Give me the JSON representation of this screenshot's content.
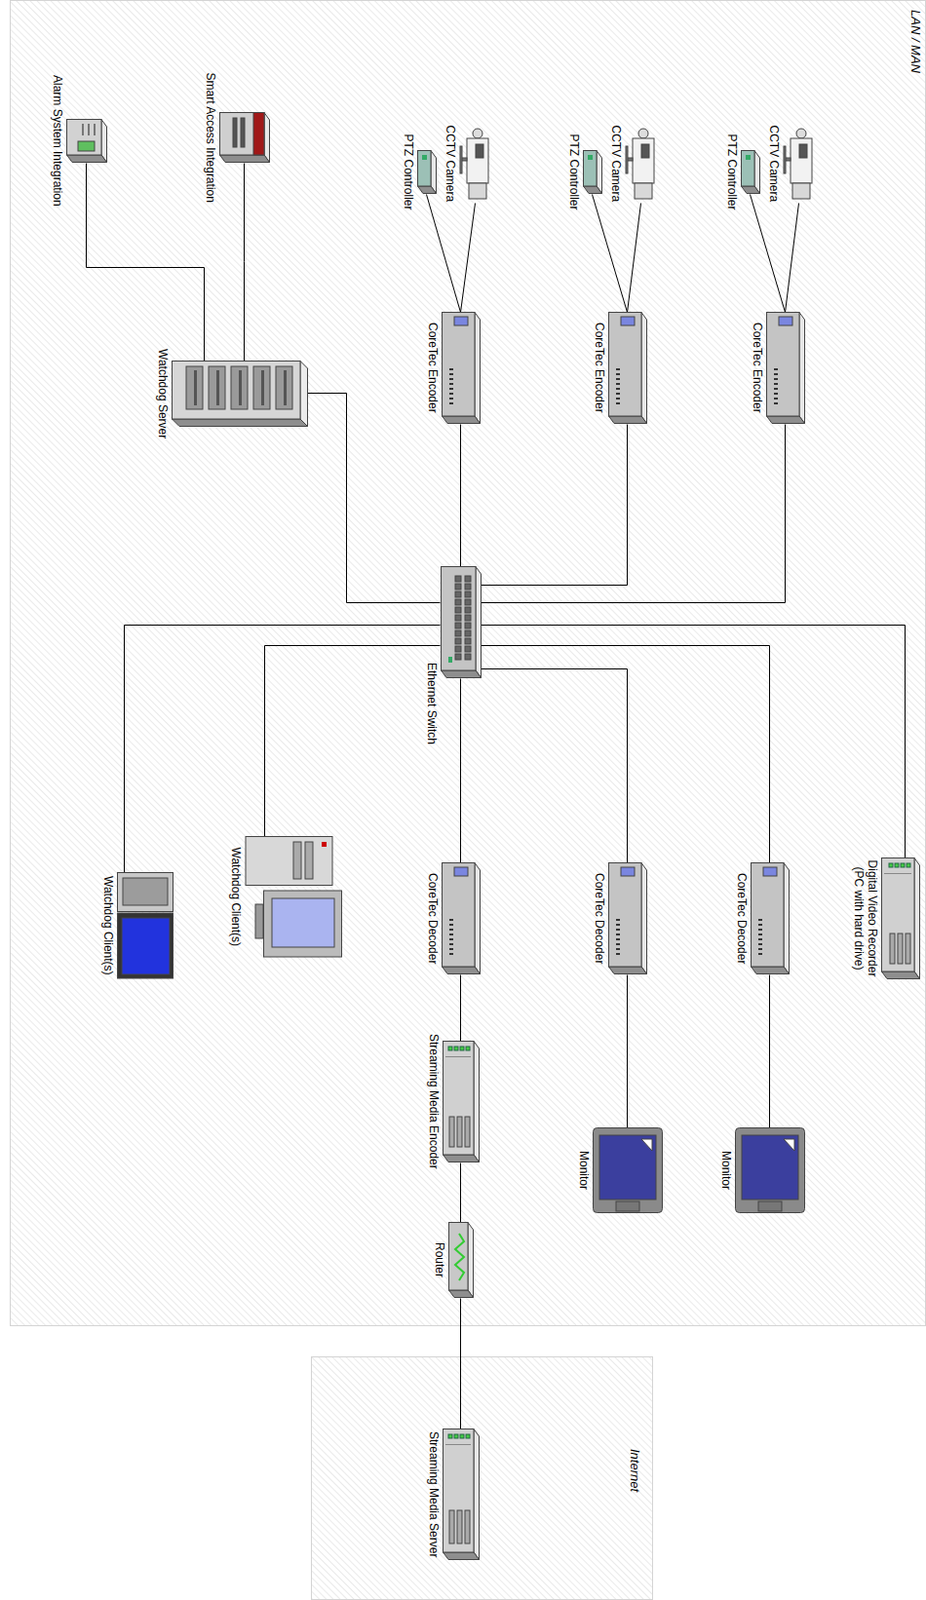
{
  "diagram": {
    "nodes": [
      {
        "text": [
          "LAN / MAN"
        ]
      },
      {
        "text": [
          "CCTV Camera"
        ],
        "in": 0
      },
      {
        "text": [
          "PTZ Controller"
        ],
        "in": 0
      },
      {
        "text": [
          "CoreTec Encoder"
        ],
        "in": 0
      },
      {
        "text": [
          "CCTV Camera"
        ],
        "in": 0
      },
      {
        "text": [
          "PTZ Controller"
        ],
        "in": 0
      },
      {
        "text": [
          "CoreTec Encoder"
        ],
        "in": 0
      },
      {
        "text": [
          "CCTV Camera"
        ],
        "in": 0
      },
      {
        "text": [
          "PTZ Controller"
        ],
        "in": 0
      },
      {
        "text": [
          "CoreTec Encoder"
        ],
        "in": 0
      },
      {
        "text": [
          "Smart Access Integration"
        ],
        "in": 0
      },
      {
        "text": [
          "Alarm System Integration"
        ],
        "in": 0
      },
      {
        "text": [
          "Watchdog Server"
        ],
        "in": 0
      },
      {
        "text": [
          "Ethernet Switch"
        ],
        "in": 0
      },
      {
        "text": [
          "Digital Video Recorder (PC with hard drive)"
        ],
        "in": 0
      },
      {
        "text": [
          "CoreTec Decoder"
        ],
        "in": 0
      },
      {
        "text": [
          "CoreTec Decoder"
        ],
        "in": 0
      },
      {
        "text": [
          "CoreTec Decoder"
        ],
        "in": 0
      },
      {
        "text": [
          "Monitor"
        ],
        "in": 0
      },
      {
        "text": [
          "Monitor"
        ],
        "in": 0
      },
      {
        "text": [
          "Streaming Media Encoder"
        ],
        "in": 0
      },
      {
        "text": [
          "Router"
        ],
        "in": 0
      },
      {
        "text": [
          "Watchdog Client(s)"
        ],
        "in": 0
      },
      {
        "text": [
          "Watchdog Client(s)"
        ],
        "in": 0
      },
      {
        "text": [
          "Internet"
        ]
      },
      {
        "text": [
          "Streaming Media Server"
        ],
        "in": 24
      }
    ],
    "edges": [
      {
        "from": 1,
        "to": 3,
        "arrow": "none"
      },
      {
        "from": 2,
        "to": 3,
        "arrow": "none"
      },
      {
        "from": 4,
        "to": 6,
        "arrow": "none"
      },
      {
        "from": 5,
        "to": 6,
        "arrow": "none"
      },
      {
        "from": 7,
        "to": 9,
        "arrow": "none"
      },
      {
        "from": 8,
        "to": 9,
        "arrow": "none"
      },
      {
        "from": 3,
        "to": 13,
        "arrow": "none"
      },
      {
        "from": 6,
        "to": 13,
        "arrow": "none"
      },
      {
        "from": 9,
        "to": 13,
        "arrow": "none"
      },
      {
        "from": 10,
        "to": 12,
        "arrow": "none"
      },
      {
        "from": 11,
        "to": 12,
        "arrow": "none"
      },
      {
        "from": 12,
        "to": 13,
        "arrow": "none"
      },
      {
        "from": 13,
        "to": 14,
        "arrow": "none"
      },
      {
        "from": 13,
        "to": 15,
        "arrow": "none"
      },
      {
        "from": 13,
        "to": 16,
        "arrow": "none"
      },
      {
        "from": 13,
        "to": 17,
        "arrow": "none"
      },
      {
        "from": 13,
        "to": 22,
        "arrow": "none"
      },
      {
        "from": 13,
        "to": 23,
        "arrow": "none"
      },
      {
        "from": 15,
        "to": 18,
        "arrow": "none"
      },
      {
        "from": 16,
        "to": 19,
        "arrow": "none"
      },
      {
        "from": 17,
        "to": 20,
        "arrow": "none"
      },
      {
        "from": 20,
        "to": 21,
        "arrow": "none"
      },
      {
        "from": 21,
        "to": 25,
        "arrow": "none"
      }
    ]
  }
}
